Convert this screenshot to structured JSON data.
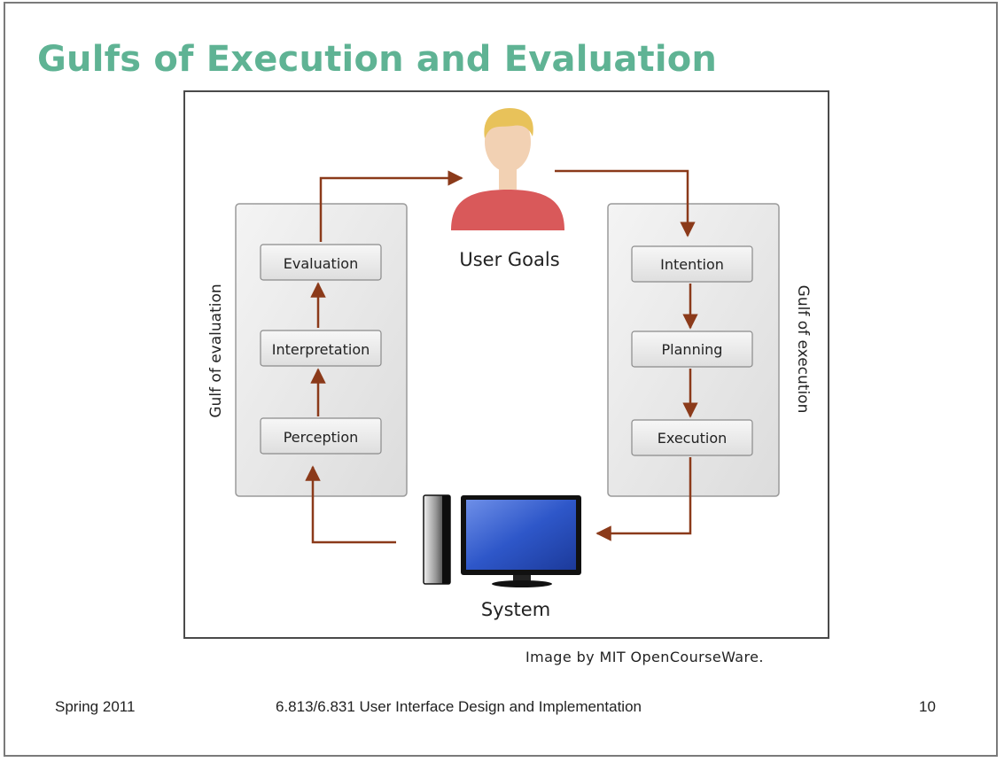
{
  "slide": {
    "title": "Gulfs of Execution and Evaluation",
    "caption": "Image by MIT OpenCourseWare.",
    "footer": {
      "left": "Spring 2011",
      "center": "6.813/6.831 User Interface Design and Implementation",
      "page_number": "10"
    }
  },
  "diagram": {
    "user_label": "User Goals",
    "system_label": "System",
    "evaluation_panel": {
      "side_label": "Gulf of evaluation",
      "steps": [
        "Evaluation",
        "Interpretation",
        "Perception"
      ]
    },
    "execution_panel": {
      "side_label": "Gulf of execution",
      "steps": [
        "Intention",
        "Planning",
        "Execution"
      ]
    },
    "colors": {
      "arrow": "#8b3a1a",
      "title": "#5fb394",
      "person_body": "#d9595a",
      "person_hair": "#e8c25a",
      "monitor_screen": "#2e57c9"
    },
    "icons": [
      "person-icon",
      "computer-tower-icon",
      "monitor-icon"
    ]
  }
}
